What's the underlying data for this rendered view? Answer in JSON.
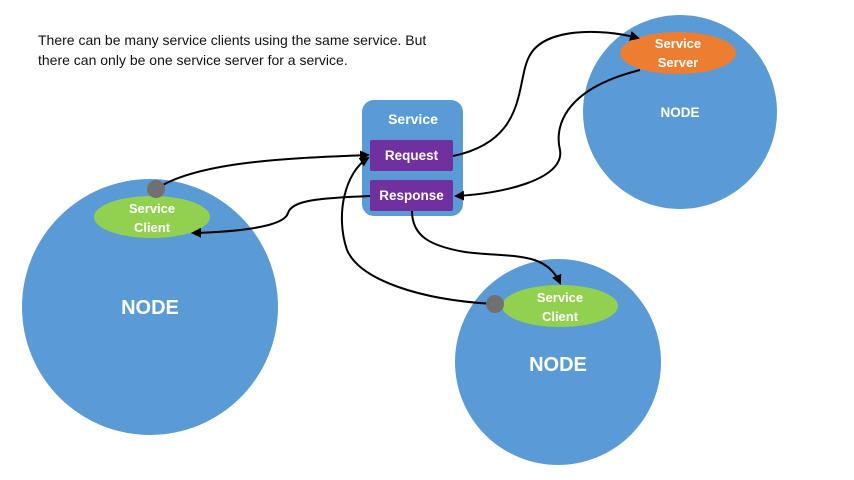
{
  "caption": {
    "line1": "There can be many service clients using the same service. But",
    "line2": "there can only be one service server for a service."
  },
  "service": {
    "title": "Service",
    "request_label": "Request",
    "response_label": "Response"
  },
  "server_node": {
    "label": "NODE",
    "server_line1": "Service",
    "server_line2": "Server"
  },
  "client_node_left": {
    "label": "NODE",
    "client_line1": "Service",
    "client_line2": "Client"
  },
  "client_node_bottom": {
    "label": "NODE",
    "client_line1": "Service",
    "client_line2": "Client"
  },
  "colors": {
    "node_fill": "#5b9bd5",
    "service_box": "#5b9bd5",
    "request_response_fill": "#7030a0",
    "client_fill": "#92d050",
    "server_fill": "#ed7d31",
    "port_fill": "#707070",
    "arrow": "#000000",
    "label_text": "#ffffff"
  }
}
